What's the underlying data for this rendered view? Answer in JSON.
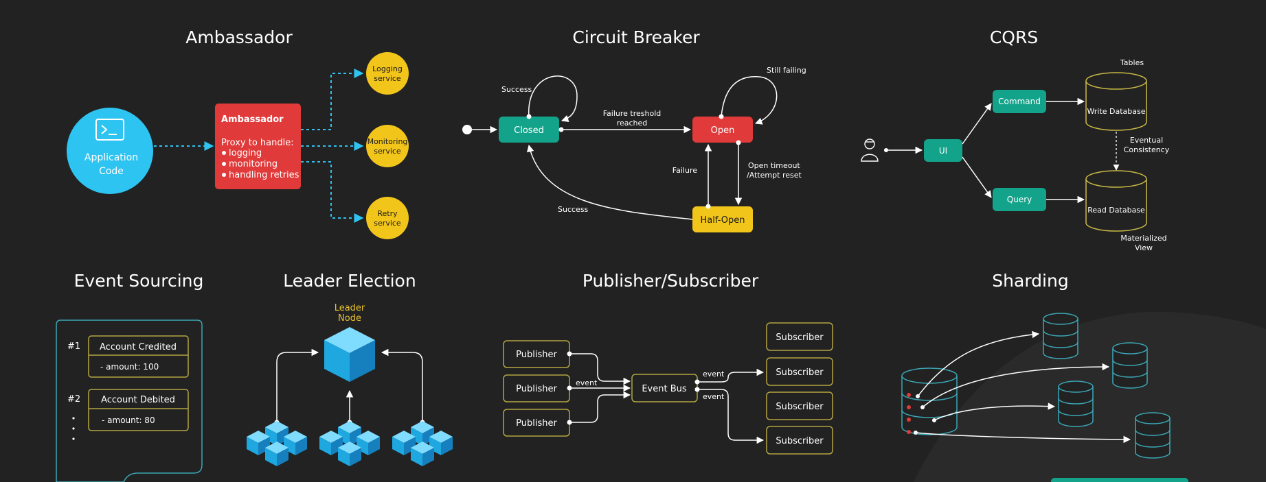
{
  "colors": {
    "background": "#222222",
    "teal": "#12a38a",
    "red": "#e03a3a",
    "yellow": "#f2c51b",
    "cyan": "#2ec4f2",
    "olive_border": "#b3a542",
    "cube_blue": "#1e9ad6",
    "db_teal": "#3aa7b6"
  },
  "ambassador": {
    "title": "Ambassador",
    "app_label_1": "Application",
    "app_label_2": "Code",
    "box_title": "Ambassador",
    "box_line": "Proxy to handle:",
    "bullets": [
      "logging",
      "monitoring",
      "handling retries"
    ],
    "services": [
      {
        "line1": "Logging",
        "line2": "service"
      },
      {
        "line1": "Monitoring",
        "line2": "service"
      },
      {
        "line1": "Retry",
        "line2": "service"
      }
    ]
  },
  "circuit_breaker": {
    "title": "Circuit Breaker",
    "closed": "Closed",
    "open": "Open",
    "half_open": "Half-Open",
    "success_top": "Success",
    "failure_threshold_1": "Failure treshold",
    "failure_threshold_2": "reached",
    "still_failing": "Still failing",
    "failure": "Failure",
    "open_timeout_1": "Open timeout",
    "open_timeout_2": "/Attempt reset",
    "success_bottom": "Success"
  },
  "cqrs": {
    "title": "CQRS",
    "ui": "UI",
    "command": "Command",
    "query": "Query",
    "tables": "Tables",
    "write_db": "Write Database",
    "read_db": "Read Database",
    "eventual_1": "Eventual",
    "eventual_2": "Consistency",
    "materialized_1": "Materialized",
    "materialized_2": "View"
  },
  "event_sourcing": {
    "title": "Event Sourcing",
    "events": [
      {
        "num": "#1",
        "name": "Account Credited",
        "detail": "- amount: 100"
      },
      {
        "num": "#2",
        "name": "Account Debited",
        "detail": "- amount: 80"
      }
    ]
  },
  "leader_election": {
    "title": "Leader Election",
    "leader_1": "Leader",
    "leader_2": "Node"
  },
  "pubsub": {
    "title": "Publisher/Subscriber",
    "publishers": [
      "Publisher",
      "Publisher",
      "Publisher"
    ],
    "event_bus": "Event Bus",
    "event_in": "event",
    "event_out_1": "event",
    "event_out_2": "event",
    "subscribers": [
      "Subscriber",
      "Subscriber",
      "Subscriber",
      "Subscriber"
    ]
  },
  "sharding": {
    "title": "Sharding"
  }
}
